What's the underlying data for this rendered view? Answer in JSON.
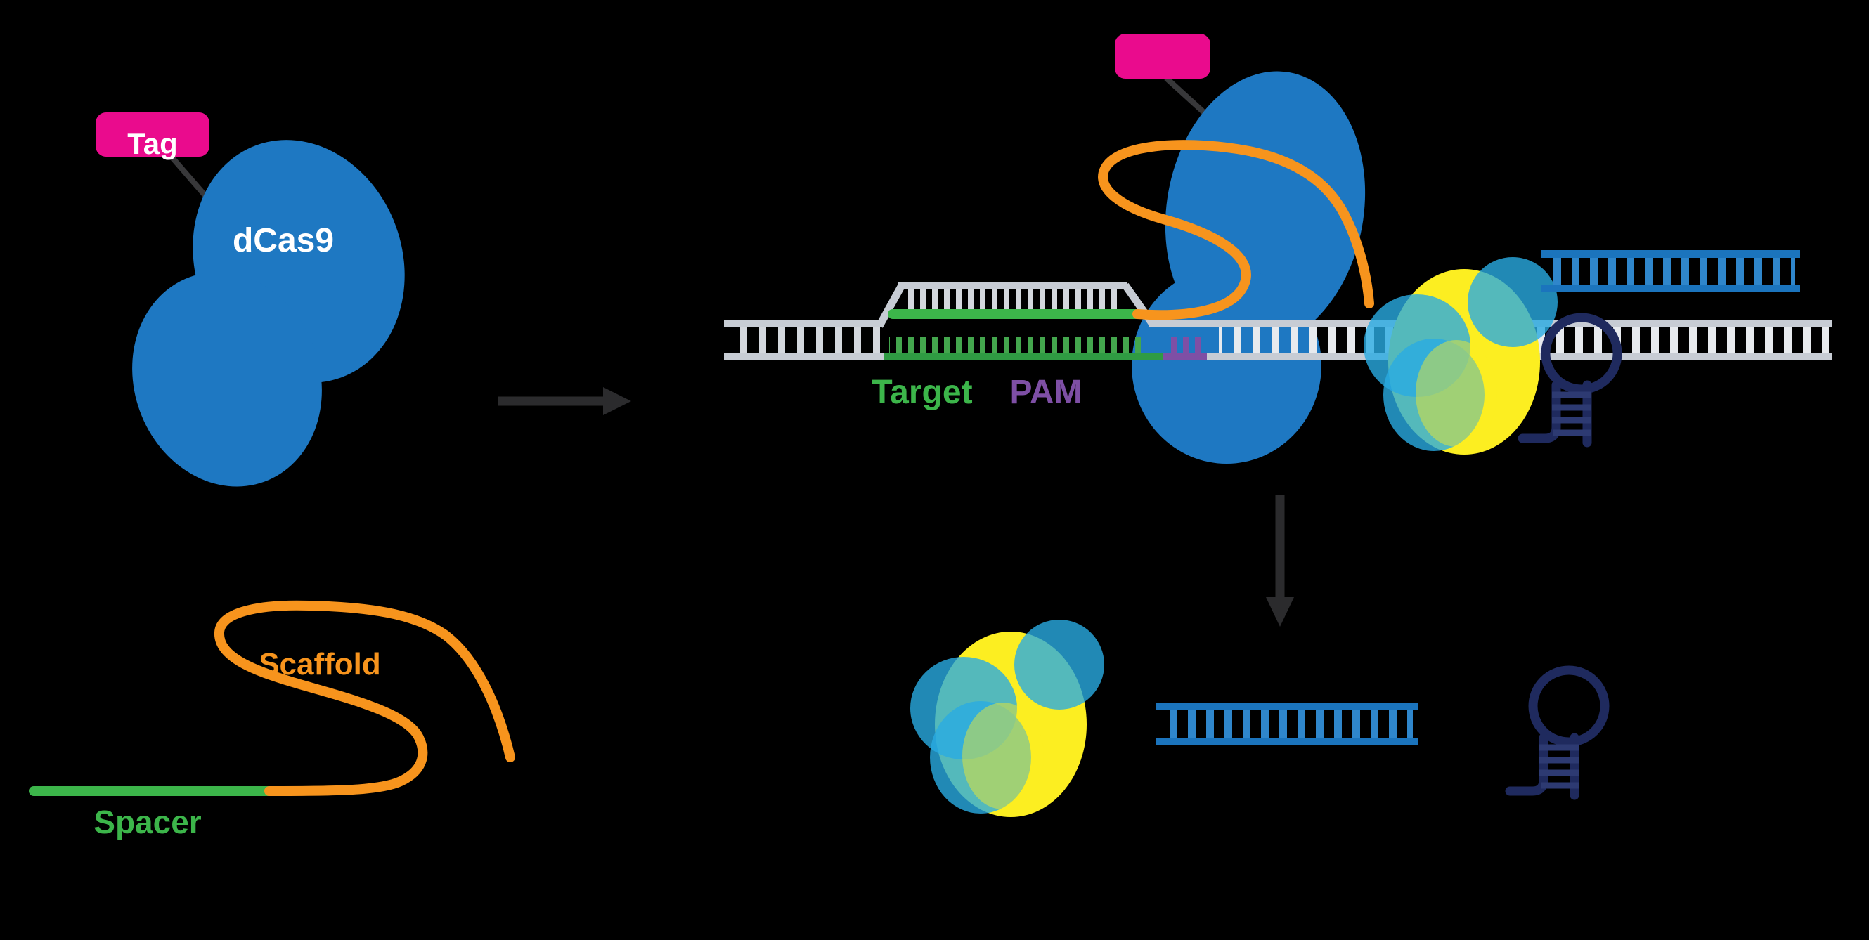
{
  "diagram": {
    "panel_dcas9": {
      "tag_label": "Tag",
      "protein_label": "dCas9"
    },
    "panel_sgrna": {
      "scaffold_label": "Scaffold",
      "spacer_label": "Spacer"
    },
    "panel_binding": {
      "target_label": "Target",
      "pam_label": "PAM"
    }
  },
  "colors": {
    "background": "#000000",
    "protein_blue": "#1e78c2",
    "tag_pink": "#ea0b8d",
    "grna_orange": "#f7941d",
    "spacer_green": "#3cb54a",
    "target_green": "#2f9b43",
    "target_teeth_green": "#43a64d",
    "pam_purple": "#7e4fa5",
    "dna_rail_grey": "#c7ccd4",
    "dna_rung_grey": "#d3d7dd",
    "dna_rung_light": "#e7eaee",
    "rna_rail_blue": "#1b74bd",
    "rna_rung_blue": "#2f86cb",
    "hairpin_navy": "#1f2a5e",
    "hairpin_rung_navy": "#2d3a72",
    "polymerase_yellow": "#fcee21",
    "polymerase_cyan": "#29abe2",
    "arrow_grey": "#2b2b2d",
    "connector_grey": "#38383a",
    "text_white": "#ffffff"
  }
}
